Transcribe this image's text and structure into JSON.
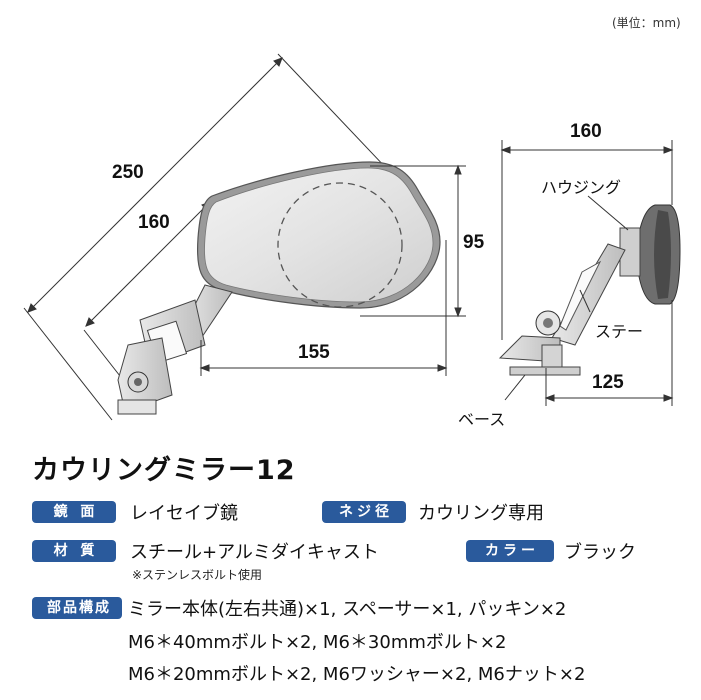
{
  "unit_note": "(単位：mm)",
  "dimensions": {
    "overall_diagonal": "250",
    "mirror_diagonal": "160",
    "mirror_width": "155",
    "mirror_height": "95",
    "side_depth": "160",
    "base_depth": "125"
  },
  "part_labels": {
    "housing": "ハウジング",
    "stay": "ステー",
    "base": "ベース"
  },
  "product_title": "カウリングミラー12",
  "specs": {
    "mirror_label": "鏡 面",
    "mirror_value": "レイセイブ鏡",
    "screw_label": "ネジ径",
    "screw_value": "カウリング専用",
    "material_label": "材 質",
    "material_value": "スチール+アルミダイキャスト",
    "material_note": "※ステンレスボルト使用",
    "color_label": "カラー",
    "color_value": "ブラック",
    "parts_label": "部品構成",
    "parts_lines": [
      "ミラー本体(左右共通)×1, スペーサー×1, パッキン×2",
      "M6＊40mmボルト×2, M6＊30mmボルト×2",
      "M6＊20mmボルト×2, M6ワッシャー×2, M6ナット×2"
    ]
  },
  "colors": {
    "badge": "#2a5a9c"
  }
}
